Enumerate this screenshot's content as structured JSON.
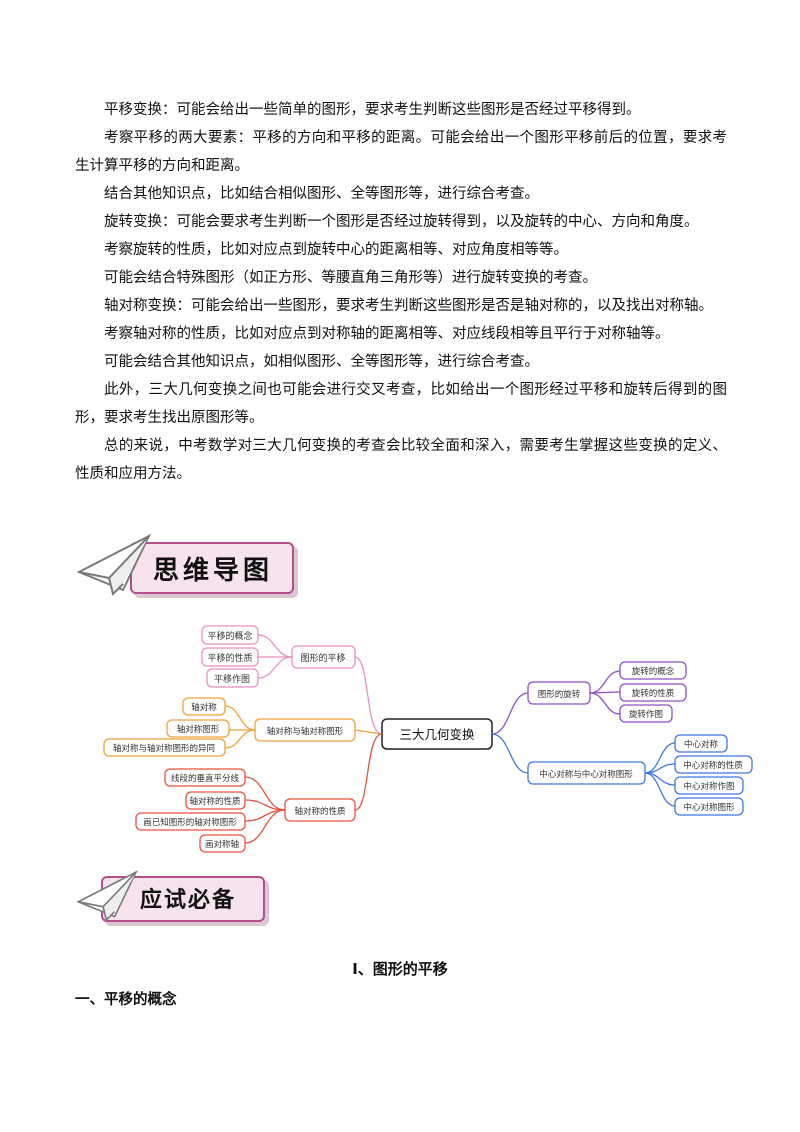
{
  "paragraphs": [
    "平移变换：可能会给出一些简单的图形，要求考生判断这些图形是否经过平移得到。",
    "考察平移的两大要素：平移的方向和平移的距离。可能会给出一个图形平移前后的位置，要求考生计算平移的方向和距离。",
    "结合其他知识点，比如结合相似图形、全等图形等，进行综合考查。",
    "旋转变换：可能会要求考生判断一个图形是否经过旋转得到，以及旋转的中心、方向和角度。",
    "考察旋转的性质，比如对应点到旋转中心的距离相等、对应角度相等等。",
    "可能会结合特殊图形（如正方形、等腰直角三角形等）进行旋转变换的考查。",
    "轴对称变换：可能会给出一些图形，要求考生判断这些图形是否是轴对称的，以及找出对称轴。",
    "考察轴对称的性质，比如对应点到对称轴的距离相等、对应线段相等且平行于对称轴等。",
    "可能会结合其他知识点，如相似图形、全等图形等，进行综合考查。",
    "此外，三大几何变换之间也可能会进行交叉考查，比如给出一个图形经过平移和旋转后得到的图形，要求考生找出原图形等。",
    "总的来说，中考数学对三大几何变换的考查会比较全面和深入，需要考生掌握这些变换的定义、性质和应用方法。"
  ],
  "banners": {
    "mindmap_title": "思维导图",
    "prep_title": "应试必备"
  },
  "mindmap": {
    "center": "三大几何变换",
    "translation": {
      "label": "图形的平移",
      "children": [
        "平移的概念",
        "平移的性质",
        "平移作图"
      ]
    },
    "axial": {
      "label": "轴对称与轴对称图形",
      "children": [
        "轴对称",
        "轴对称图形",
        "轴对称与轴对称图形的异同"
      ]
    },
    "axial_props": {
      "label": "轴对称的性质",
      "children": [
        "线段的垂直平分线",
        "轴对称的性质",
        "画已知图形的轴对称图形",
        "画对称轴"
      ]
    },
    "rotation": {
      "label": "图形的旋转",
      "children": [
        "旋转的概念",
        "旋转的性质",
        "旋转作图"
      ]
    },
    "central": {
      "label": "中心对称与中心对称图形",
      "children": [
        "中心对称",
        "中心对称的性质",
        "中心对称作图",
        "中心对称图形"
      ]
    },
    "colors": {
      "translation": "#e88fc7",
      "axial": "#f0a23a",
      "axial_props": "#e5533d",
      "rotation": "#8f4fc9",
      "central": "#3e78e0"
    }
  },
  "section": {
    "title": "Ⅰ、图形的平移",
    "subtitle": "一、平移的概念"
  }
}
